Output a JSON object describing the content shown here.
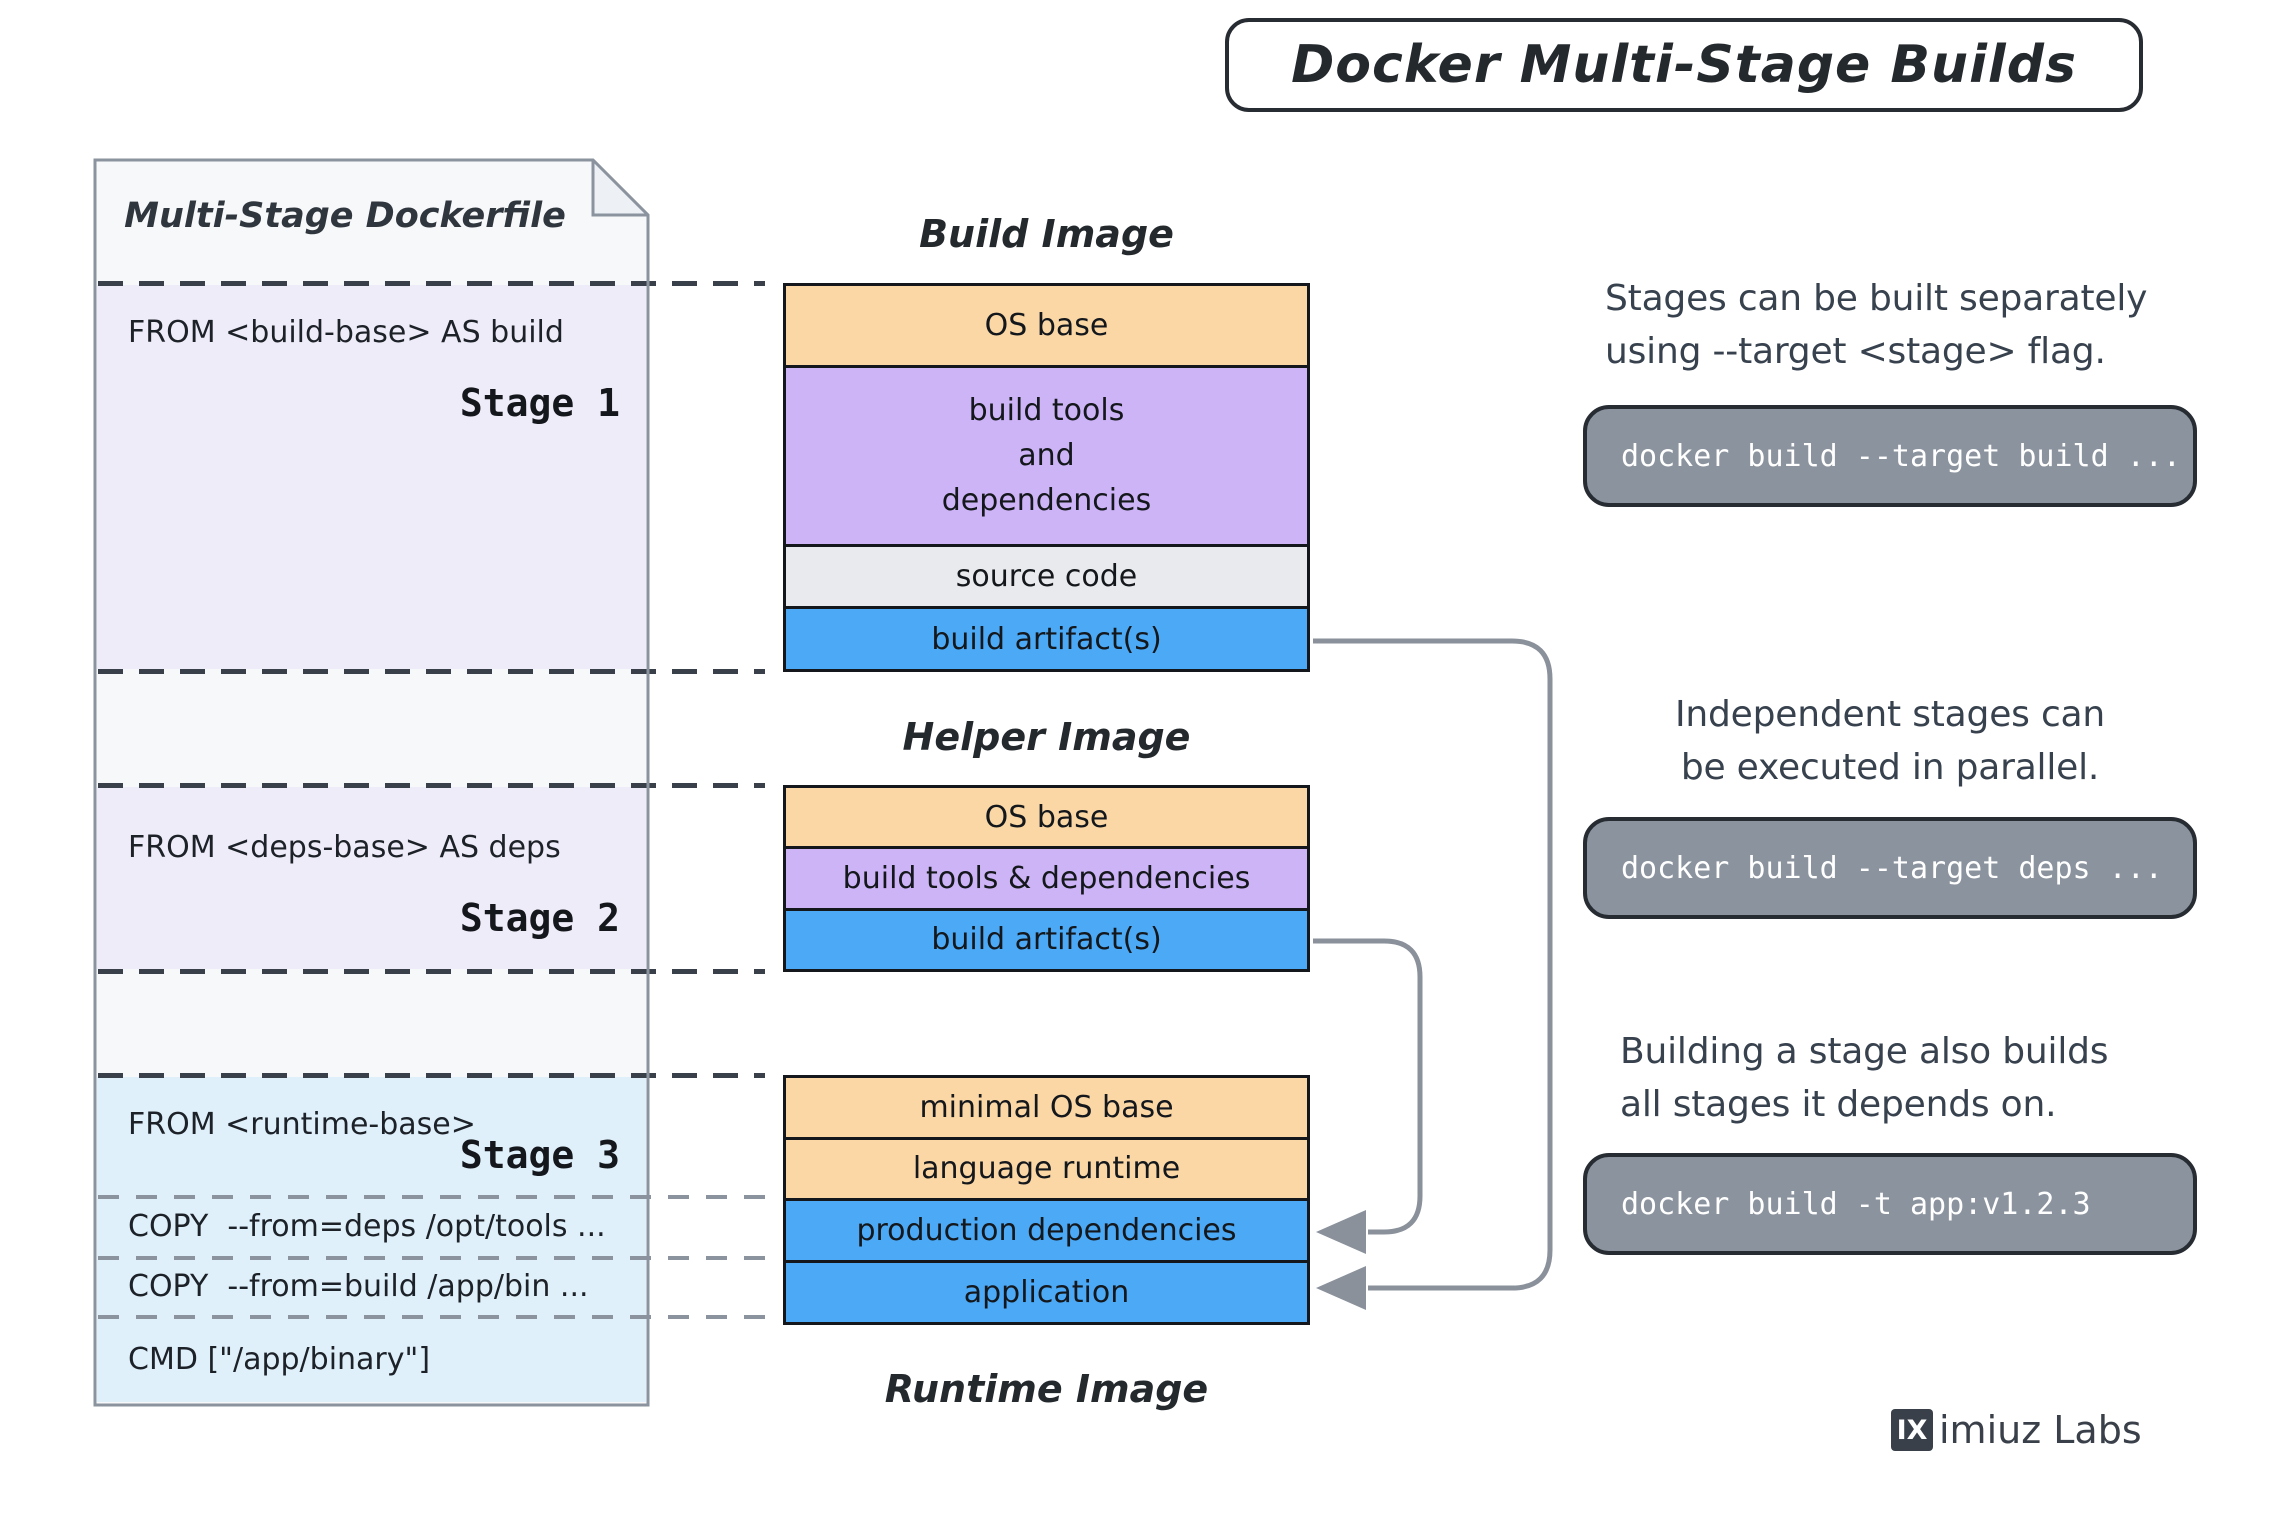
{
  "title": "Docker Multi-Stage Builds",
  "dockerfile": {
    "header": "Multi-Stage Dockerfile",
    "stage1": {
      "instruction": "FROM <build-base> AS build",
      "label": "Stage 1"
    },
    "stage2": {
      "instruction": "FROM <deps-base> AS deps",
      "label": "Stage 2"
    },
    "stage3": {
      "instruction": "FROM <runtime-base>",
      "label": "Stage 3",
      "copy_deps": "COPY  --from=deps /opt/tools ...",
      "copy_build": "COPY  --from=build /app/bin ...",
      "cmd": "CMD [\"/app/binary\"]"
    }
  },
  "build_image": {
    "title": "Build Image",
    "layers": [
      {
        "label": "OS base",
        "color": "orange"
      },
      {
        "label": "build tools\nand\ndependencies",
        "color": "purple"
      },
      {
        "label": "source code",
        "color": "gray"
      },
      {
        "label": "build artifact(s)",
        "color": "blue"
      }
    ]
  },
  "helper_image": {
    "title": "Helper Image",
    "layers": [
      {
        "label": "OS base",
        "color": "orange"
      },
      {
        "label": "build tools & dependencies",
        "color": "purple"
      },
      {
        "label": "build artifact(s)",
        "color": "blue"
      }
    ]
  },
  "runtime_image": {
    "title": "Runtime Image",
    "layers": [
      {
        "label": "minimal OS base",
        "color": "orange"
      },
      {
        "label": "language runtime",
        "color": "orange"
      },
      {
        "label": "production dependencies",
        "color": "blue"
      },
      {
        "label": "application",
        "color": "blue"
      }
    ]
  },
  "notes": [
    {
      "text": "Stages can be built separately\nusing --target <stage> flag.",
      "code": "docker build --target build ..."
    },
    {
      "text": "Independent stages can\nbe executed in parallel.",
      "code": "docker build --target deps ..."
    },
    {
      "text": "Building a stage also builds\nall stages it depends on.",
      "code": "docker build -t app:v1.2.3"
    }
  ],
  "logo": {
    "mark": "IX",
    "text": "imiuz Labs"
  },
  "colors": {
    "orange": "#FAD7A5",
    "purple": "#CDB4F6",
    "gray": "#E8EAED",
    "blue": "#4BA9F5",
    "lavender": "#EFECFA",
    "stage3_bg": "#DFF0FB",
    "paper": "#F7F8FA",
    "paper_fold": "#EDF0F5",
    "paper_border": "#8A939E",
    "pill_bg": "#8B939E",
    "arrow": "#8A919B"
  }
}
